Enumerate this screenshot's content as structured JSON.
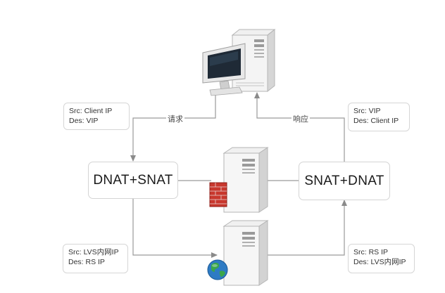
{
  "nodes": {
    "left_box": "DNAT+SNAT",
    "right_box": "SNAT+DNAT"
  },
  "edges": {
    "request_label": "请求",
    "response_label": "响应"
  },
  "notes": {
    "top_left": {
      "line1": "Src: Client IP",
      "line2": "Des: VIP"
    },
    "top_right": {
      "line1": "Src: VIP",
      "line2": "Des: Client IP"
    },
    "bottom_left": {
      "line1": "Src: LVS内网IP",
      "line2": "Des: RS IP"
    },
    "bottom_right": {
      "line1": "Src: RS IP",
      "line2": "Des: LVS内网IP"
    }
  },
  "icons": {
    "client": "client-computer-icon",
    "lvs": "firewall-server-icon",
    "real_server": "web-server-icon"
  },
  "colors": {
    "edge": "#9a9a9a",
    "box_border": "#d4d4d4",
    "firewall": "#c8372d",
    "globe": "#2e7bc4"
  }
}
